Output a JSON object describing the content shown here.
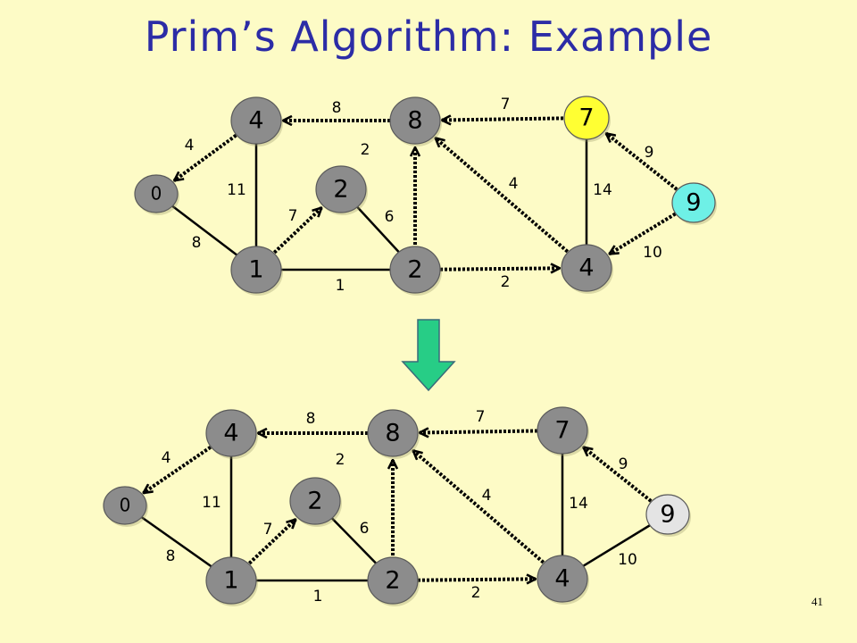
{
  "title": "Prim’s Algorithm: Example",
  "slide_number": "41",
  "colors": {
    "background": "#fdfbc6",
    "title": "#2c2ca6",
    "node_gray": "#8c8c8c",
    "node_highlight": "#ffff33",
    "node_teal": "#6ef0e6",
    "node_light": "#e4e4e4",
    "arrow": "#27cd86"
  },
  "diagrams": [
    {
      "id": "before",
      "nodes": [
        {
          "id": "a",
          "label": "0",
          "small": true
        },
        {
          "id": "b",
          "label": "4"
        },
        {
          "id": "c",
          "label": "8"
        },
        {
          "id": "d",
          "label": "7",
          "highlight": "yellow"
        },
        {
          "id": "e",
          "label": "9",
          "highlight": "teal"
        },
        {
          "id": "f",
          "label": "4"
        },
        {
          "id": "g",
          "label": "2"
        },
        {
          "id": "h",
          "label": "1"
        },
        {
          "id": "i",
          "label": "2"
        }
      ],
      "edges": [
        {
          "from": "b",
          "to": "a",
          "w": "4",
          "tree": true
        },
        {
          "from": "c",
          "to": "b",
          "w": "8",
          "tree": true
        },
        {
          "from": "d",
          "to": "c",
          "w": "7",
          "tree": true
        },
        {
          "from": "e",
          "to": "d",
          "w": "9",
          "tree": true
        },
        {
          "from": "e",
          "to": "f",
          "w": "10",
          "tree": true
        },
        {
          "from": "d",
          "to": "f",
          "w": "14",
          "tree": false
        },
        {
          "from": "f",
          "to": "c",
          "w": "4",
          "tree": true
        },
        {
          "from": "i",
          "to": "f",
          "w": "2",
          "tree": true
        },
        {
          "from": "h",
          "to": "g",
          "w": "1",
          "tree": true
        },
        {
          "from": "a",
          "to": "h",
          "w": "8",
          "tree": false
        },
        {
          "from": "b",
          "to": "h",
          "w": "11",
          "tree": false
        },
        {
          "from": "h",
          "to": "i",
          "w": "7",
          "tree": false
        },
        {
          "from": "i",
          "to": "c",
          "w": "2",
          "tree": true
        },
        {
          "from": "i",
          "to": "g",
          "w": "6",
          "tree": false
        }
      ]
    },
    {
      "id": "after",
      "nodes": [
        {
          "id": "a",
          "label": "0",
          "small": true
        },
        {
          "id": "b",
          "label": "4"
        },
        {
          "id": "c",
          "label": "8"
        },
        {
          "id": "d",
          "label": "7"
        },
        {
          "id": "e",
          "label": "9",
          "highlight": "light"
        },
        {
          "id": "f",
          "label": "4"
        },
        {
          "id": "g",
          "label": "2"
        },
        {
          "id": "h",
          "label": "1"
        },
        {
          "id": "i",
          "label": "2"
        }
      ],
      "edges": [
        {
          "from": "b",
          "to": "a",
          "w": "4",
          "tree": true
        },
        {
          "from": "c",
          "to": "b",
          "w": "8",
          "tree": true
        },
        {
          "from": "d",
          "to": "c",
          "w": "7",
          "tree": true
        },
        {
          "from": "e",
          "to": "d",
          "w": "9",
          "tree": true
        },
        {
          "from": "e",
          "to": "f",
          "w": "10",
          "tree": false
        },
        {
          "from": "d",
          "to": "f",
          "w": "14",
          "tree": false
        },
        {
          "from": "f",
          "to": "c",
          "w": "4",
          "tree": true
        },
        {
          "from": "i",
          "to": "f",
          "w": "2",
          "tree": true
        },
        {
          "from": "h",
          "to": "g",
          "w": "1",
          "tree": true
        },
        {
          "from": "a",
          "to": "h",
          "w": "8",
          "tree": false
        },
        {
          "from": "b",
          "to": "h",
          "w": "11",
          "tree": false
        },
        {
          "from": "h",
          "to": "i",
          "w": "7",
          "tree": false
        },
        {
          "from": "i",
          "to": "c",
          "w": "2",
          "tree": true
        },
        {
          "from": "i",
          "to": "g",
          "w": "6",
          "tree": false
        }
      ]
    }
  ]
}
